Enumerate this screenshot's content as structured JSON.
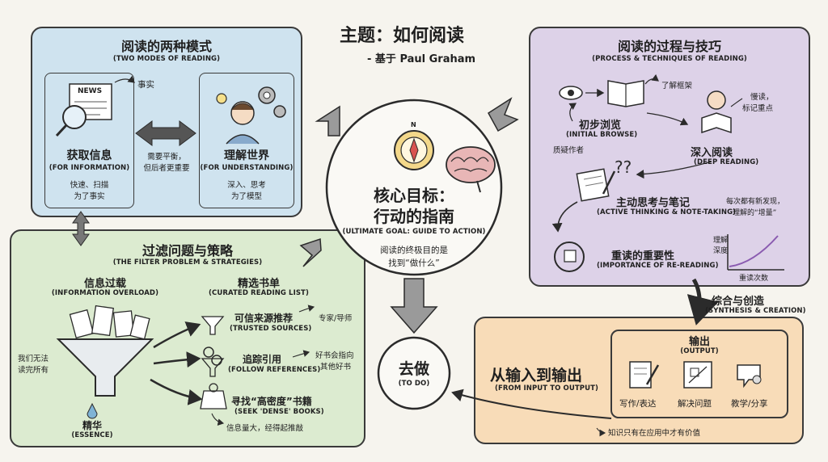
{
  "header": {
    "title": "主题：如何阅读",
    "subtitle": "- 基于 Paul Graham"
  },
  "colors": {
    "blue": "#cfe3ef",
    "green": "#dcebd0",
    "purple": "#ddd2e8",
    "orange": "#f8dcb8",
    "ink": "#2b2b2b"
  },
  "center": {
    "title_line1": "核心目标：",
    "title_line2": "行动的指南",
    "subtitle_en": "(ULTIMATE GOAL: GUIDE TO ACTION)",
    "desc_line1": "阅读的终极目的是",
    "desc_line2": "找到“做什么”",
    "compass_n": "N"
  },
  "todo": {
    "label": "去做",
    "en": "(TO DO)"
  },
  "modes": {
    "title": "阅读的两种模式",
    "title_en": "(TWO MODES OF READING)",
    "info": {
      "title": "获取信息",
      "en": "(FOR INFORMATION)",
      "note1": "快速、扫描",
      "note2": "为了事实",
      "tag": "事实",
      "news": "NEWS"
    },
    "understand": {
      "title": "理解世界",
      "en": "(FOR UNDERSTANDING)",
      "note1": "深入、思考",
      "note2": "为了模型"
    },
    "balance1": "需要平衡，",
    "balance2": "但后者更重要"
  },
  "process": {
    "title": "阅读的过程与技巧",
    "title_en": "(PROCESS & TECHNIQUES OF READING)",
    "framework": "了解框架",
    "browse": {
      "title": "初步浏览",
      "en": "(INITIAL BROWSE)",
      "note": "质疑作者"
    },
    "deep": {
      "title": "深入阅读",
      "en": "(DEEP READING)",
      "note1": "慢读，",
      "note2": "标记重点"
    },
    "active": {
      "title": "主动思考与笔记",
      "en": "(ACTIVE THINKING & NOTE-TAKING)",
      "note1": "每次都有新发现，",
      "note2": "理解的“增量”"
    },
    "reread": {
      "title": "重读的重要性",
      "en": "(IMPORTANCE OF RE-READING)"
    },
    "graph": {
      "ylabel1": "理解",
      "ylabel2": "深度",
      "xlabel": "重读次数"
    }
  },
  "synthesis": {
    "title": "综合与创造",
    "en": "(SYNTHESIS & CREATION)"
  },
  "filter": {
    "title": "过滤问题与策略",
    "title_en": "(THE FILTER PROBLEM & STRATEGIES)",
    "overload": {
      "title": "信息过载",
      "en": "(INFORMATION OVERLOAD)"
    },
    "cannot1": "我们无法",
    "cannot2": "读完所有",
    "essence": {
      "title": "精华",
      "en": "(ESSENCE)"
    },
    "curated": {
      "title": "精选书单",
      "en": "(CURATED READING LIST)"
    },
    "trusted": {
      "title": "可信来源推荐",
      "en": "(TRUSTED SOURCES)",
      "note": "专家/导师"
    },
    "follow": {
      "title": "追踪引用",
      "en": "(FOLLOW REFERENCES)",
      "note1": "好书会指向",
      "note2": "其他好书"
    },
    "dense": {
      "title": "寻找“高密度”书籍",
      "en": "(SEEK 'DENSE' BOOKS)",
      "note": "信息量大，经得起推敲"
    }
  },
  "output": {
    "title": "从输入到输出",
    "title_en": "(FROM INPUT TO OUTPUT)",
    "box_title": "输出",
    "box_en": "(OUTPUT)",
    "write": "写作/表达",
    "solve": "解决问题",
    "teach": "教学/分享",
    "note": "知识只有在应用中才有价值"
  }
}
